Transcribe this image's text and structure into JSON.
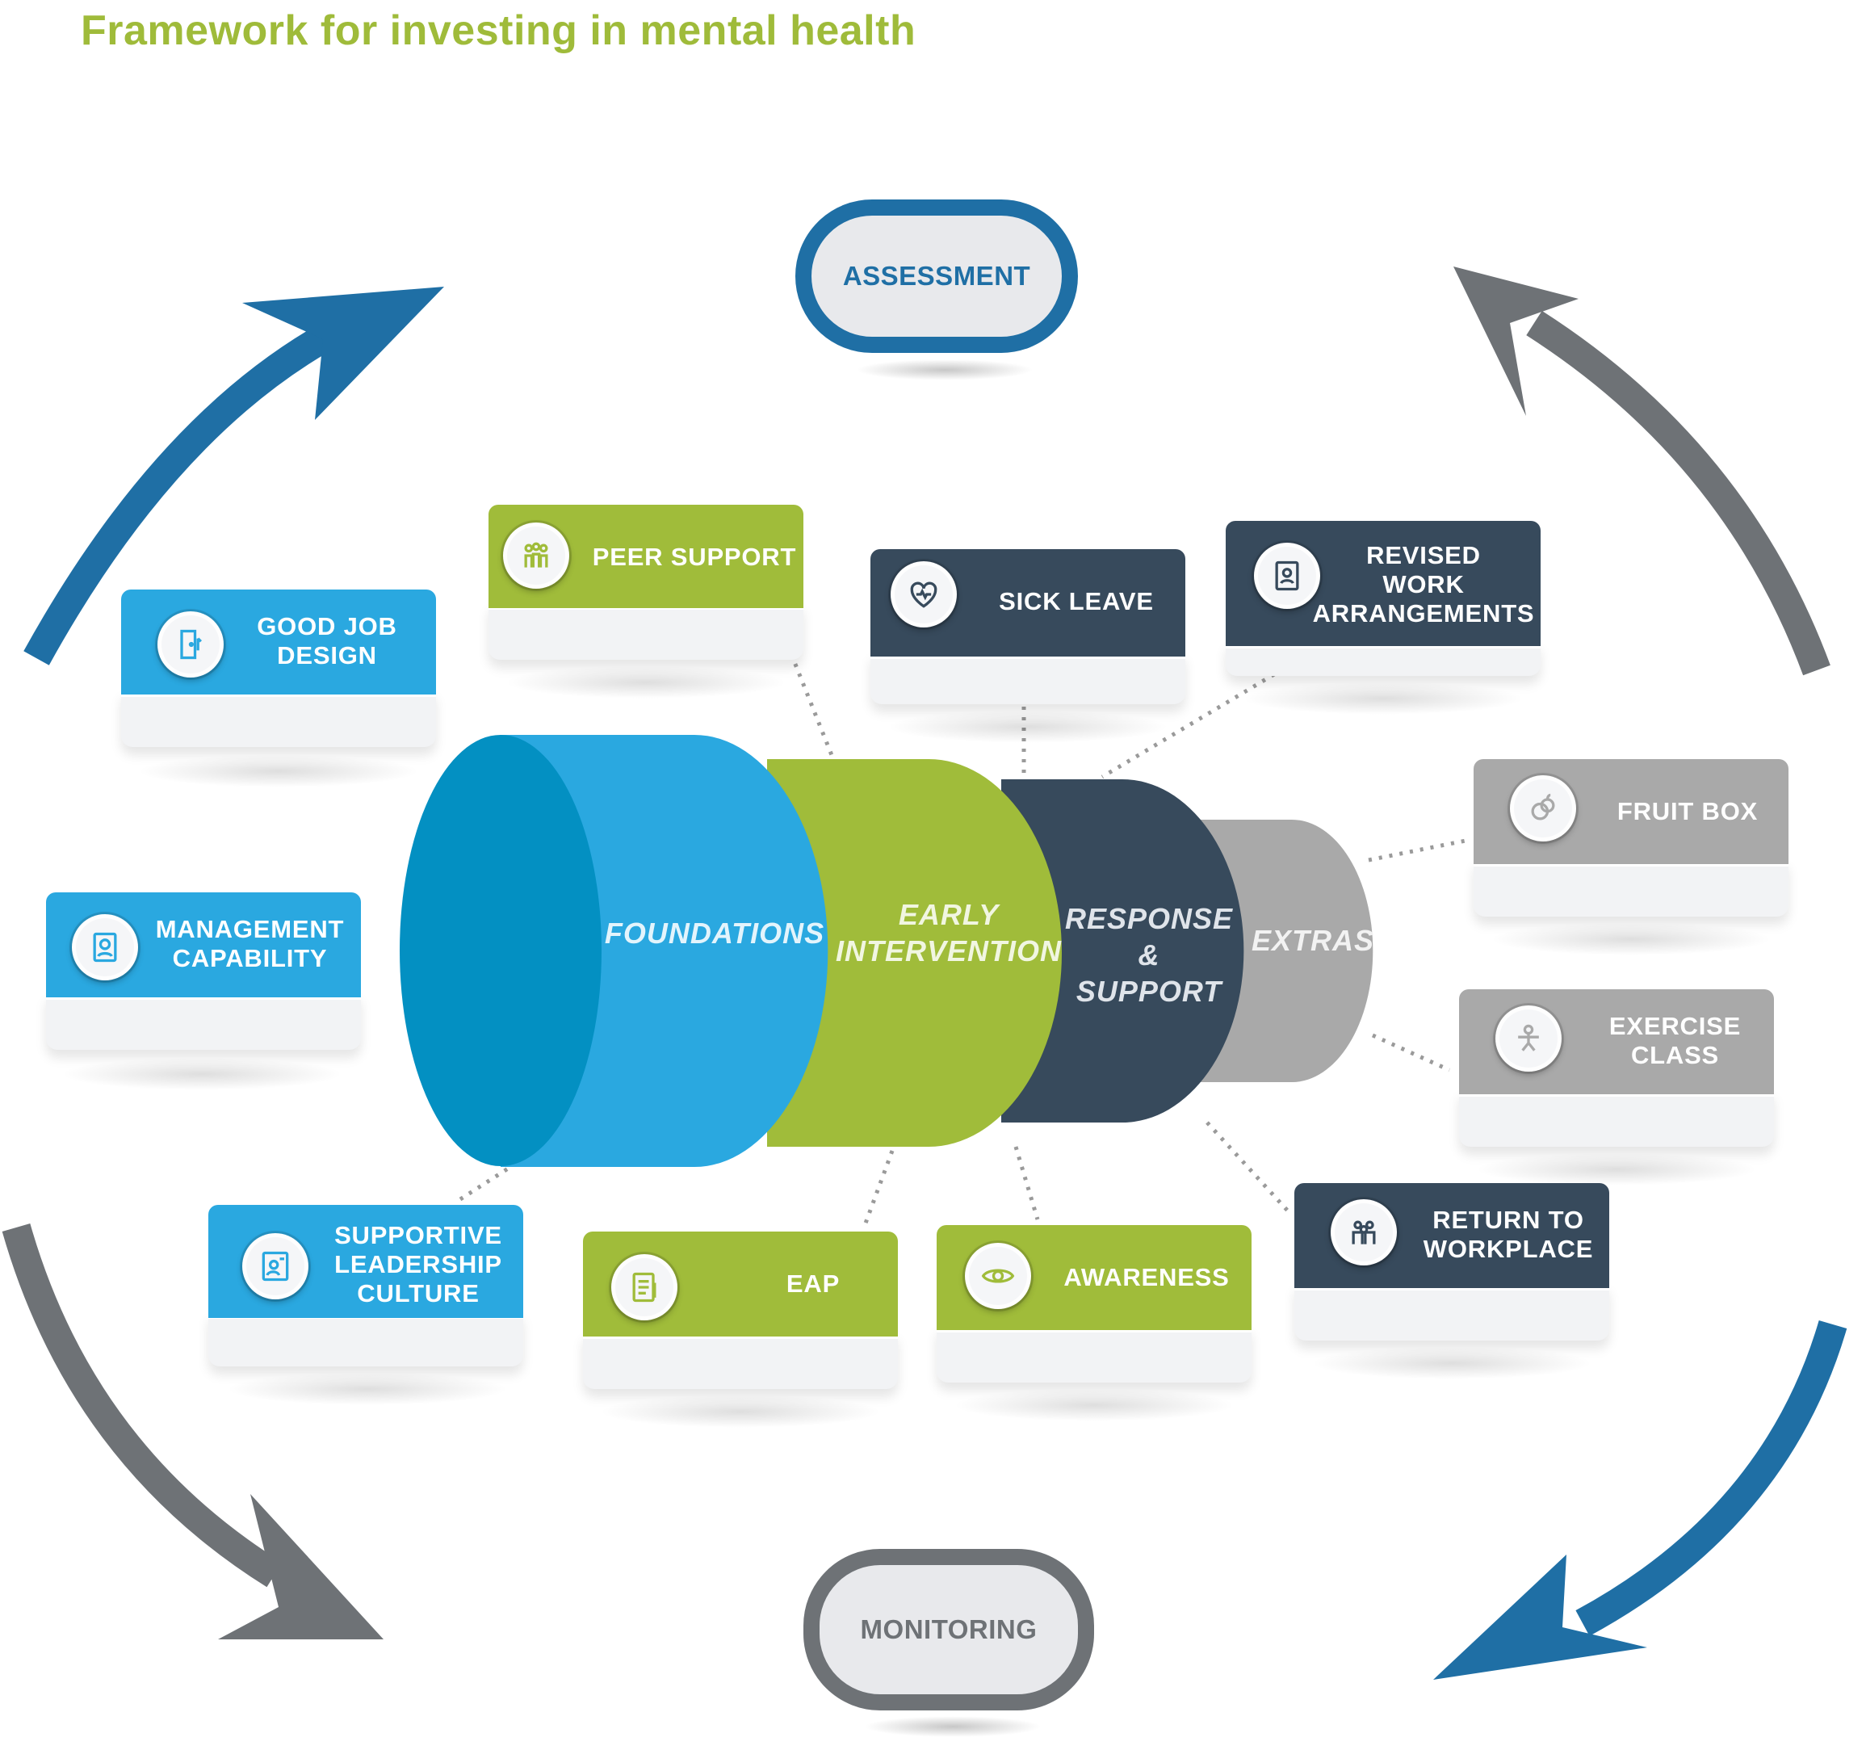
{
  "title": "Framework for investing in mental health",
  "cycle": {
    "assessment": "ASSESSMENT",
    "monitoring": "MONITORING"
  },
  "segments": {
    "foundations": "FOUNDATIONS",
    "early_intervention": "EARLY\nINTERVENTION",
    "response_support": "RESPONSE\n& SUPPORT",
    "extras": "EXTRAS"
  },
  "cards": {
    "good_job_design": {
      "label": "GOOD JOB\nDESIGN",
      "icon": "door-icon"
    },
    "management_capability": {
      "label": "MANAGEMENT\nCAPABILITY",
      "icon": "badge-icon"
    },
    "supportive_leadership_culture": {
      "label": "SUPPORTIVE\nLEADERSHIP\nCULTURE",
      "icon": "leader-icon"
    },
    "peer_support": {
      "label": "PEER SUPPORT",
      "icon": "group-icon"
    },
    "eap": {
      "label": "EAP",
      "icon": "document-icon"
    },
    "awareness": {
      "label": "AWARENESS",
      "icon": "eye-icon"
    },
    "sick_leave": {
      "label": "SICK LEAVE",
      "icon": "heart-stethoscope-icon"
    },
    "revised_work_arrangements": {
      "label": "REVISED\nWORK\nARRANGEMENTS",
      "icon": "person-frame-icon"
    },
    "return_to_workplace": {
      "label": "RETURN TO\nWORKPLACE",
      "icon": "team-icon"
    },
    "fruit_box": {
      "label": "FRUIT BOX",
      "icon": "fruit-icon"
    },
    "exercise_class": {
      "label": "EXERCISE\nCLASS",
      "icon": "exercise-icon"
    }
  },
  "colors": {
    "title_green": "#9fbb3a",
    "foundations_blue": "#2aa8e0",
    "early_green": "#a0bc3a",
    "response_navy": "#374a5c",
    "extras_grey": "#a9a9a9",
    "arrow_blue": "#1f6fa5",
    "arrow_grey": "#6e7276"
  }
}
